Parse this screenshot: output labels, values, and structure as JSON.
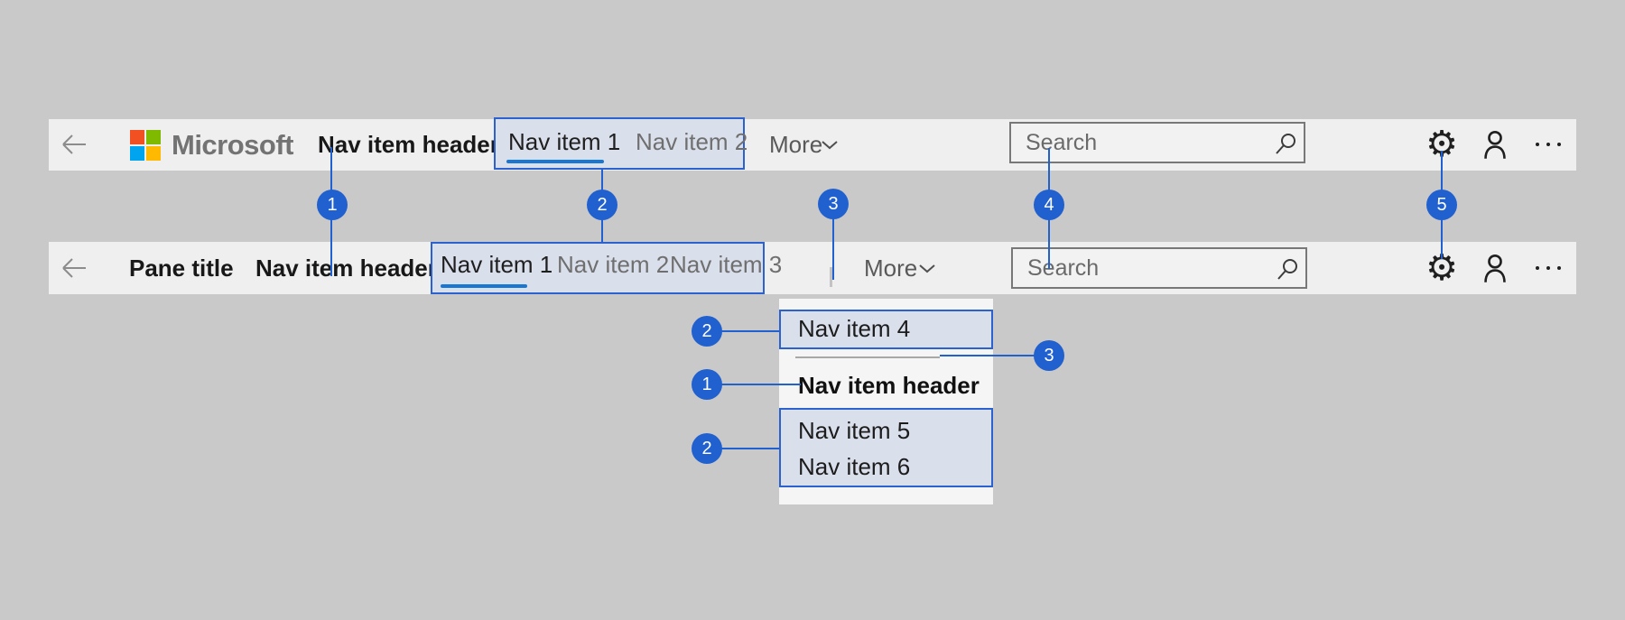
{
  "colors": {
    "page_bg": "#c9c9c9",
    "bar_bg": "#efefef",
    "panel_bg": "#f5f5f5",
    "accent": "#2160cf",
    "underline": "#1877d2",
    "highlight_fill": "#dadfec",
    "highlight_border": "#2b62cf",
    "logo_red": "#f25022",
    "logo_green": "#7fba00",
    "logo_blue": "#00a4ef",
    "logo_yellow": "#ffb900"
  },
  "top_bar": {
    "back_icon": "back-arrow",
    "brand": "Microsoft",
    "nav_item_header": "Nav item header",
    "nav_items": [
      {
        "label": "Nav item 1",
        "active": true
      },
      {
        "label": "Nav item 2",
        "active": false
      }
    ],
    "more_label": "More",
    "search_placeholder": "Search",
    "icons": [
      "settings-gear",
      "account-person",
      "more-ellipsis"
    ]
  },
  "pane_bar": {
    "back_icon": "back-arrow",
    "pane_title": "Pane title",
    "nav_item_header": "Nav item header",
    "nav_items": [
      {
        "label": "Nav item 1",
        "active": true
      },
      {
        "label": "Nav item 2",
        "active": false
      },
      {
        "label": "Nav item 3",
        "active": false
      }
    ],
    "more_label": "More",
    "search_placeholder": "Search",
    "icons": [
      "settings-gear",
      "account-person",
      "more-ellipsis"
    ]
  },
  "dropdown": {
    "items_top": [
      {
        "label": "Nav item 4"
      }
    ],
    "header": "Nav item header",
    "items_bottom": [
      {
        "label": "Nav item 5"
      },
      {
        "label": "Nav item 6"
      }
    ]
  },
  "callouts": {
    "between_bars": [
      "1",
      "2",
      "3",
      "4",
      "5"
    ],
    "dropdown": [
      "2",
      "3",
      "1",
      "2"
    ]
  }
}
